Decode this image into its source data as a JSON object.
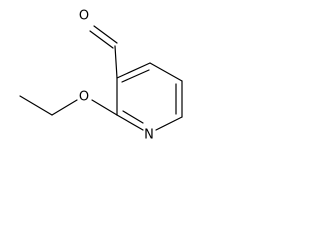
{
  "molecule": {
    "atoms": {
      "oxygen_aldehyde": "O",
      "oxygen_ether": "O",
      "nitrogen_ring": "N"
    }
  }
}
